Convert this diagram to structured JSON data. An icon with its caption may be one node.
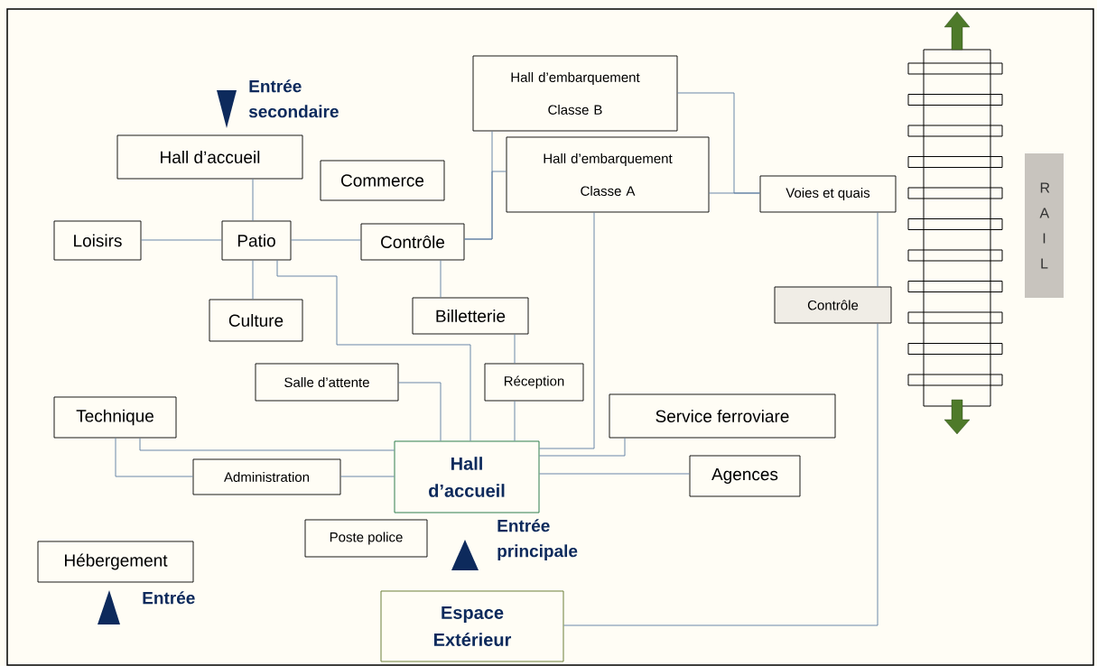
{
  "diagram": {
    "nodes": [
      {
        "text": [
          "Hall d’embarquement Classe B"
        ]
      },
      {
        "text": [
          "Hall d’accueil"
        ],
        "beside": [
          "Entrée secondaire"
        ]
      },
      {
        "text": [
          "Commerce"
        ]
      },
      {
        "text": [
          "Hall d’embarquement Classe A"
        ]
      },
      {
        "text": [
          "Voies et quais"
        ]
      },
      {
        "text": [
          "Loisirs"
        ]
      },
      {
        "text": [
          "Patio"
        ]
      },
      {
        "text": [
          "Contrôle"
        ]
      },
      {
        "text": [
          "Culture"
        ]
      },
      {
        "text": [
          "Billetterie"
        ]
      },
      {
        "text": [
          "Contrôle"
        ]
      },
      {
        "text": [
          "Salle d’attente"
        ]
      },
      {
        "text": [
          "Réception"
        ]
      },
      {
        "text": [
          "Technique"
        ]
      },
      {
        "text": [
          "Service ferroviare"
        ]
      },
      {
        "text": [
          "Administration"
        ]
      },
      {
        "text": [
          "Hall d’accueil"
        ],
        "beside": [
          "Entrée principale"
        ]
      },
      {
        "text": [
          "Agences"
        ]
      },
      {
        "text": [
          "Poste police"
        ]
      },
      {
        "text": [
          "Hébergement"
        ],
        "beside": [
          "Entrée"
        ]
      },
      {
        "text": [
          "Espace Extérieur"
        ]
      },
      {
        "text": [
          "R A I L"
        ]
      }
    ],
    "edges": [
      {
        "from": 1,
        "to": 6,
        "arrow": "none"
      },
      {
        "from": 5,
        "to": 6,
        "arrow": "none"
      },
      {
        "from": 6,
        "to": 7,
        "arrow": "none"
      },
      {
        "from": 6,
        "to": 8,
        "arrow": "none"
      },
      {
        "from": 6,
        "to": 16,
        "arrow": "none"
      },
      {
        "from": 7,
        "to": 0,
        "arrow": "none"
      },
      {
        "from": 7,
        "to": 3,
        "arrow": "none"
      },
      {
        "from": 7,
        "to": 9,
        "arrow": "none"
      },
      {
        "from": 9,
        "to": 12,
        "arrow": "none"
      },
      {
        "from": 12,
        "to": 16,
        "arrow": "none"
      },
      {
        "from": 11,
        "to": 16,
        "arrow": "none"
      },
      {
        "from": 3,
        "to": 16,
        "arrow": "none"
      },
      {
        "from": 3,
        "to": 4,
        "arrow": "none"
      },
      {
        "from": 0,
        "to": 4,
        "arrow": "none"
      },
      {
        "from": 4,
        "to": 10,
        "arrow": "none"
      },
      {
        "from": 10,
        "to": 20,
        "arrow": "none"
      },
      {
        "from": 13,
        "to": 16,
        "arrow": "none"
      },
      {
        "from": 13,
        "to": 15,
        "arrow": "none"
      },
      {
        "from": 15,
        "to": 16,
        "arrow": "none"
      },
      {
        "from": 14,
        "to": 16,
        "arrow": "none"
      },
      {
        "from": 17,
        "to": 16,
        "arrow": "none"
      }
    ]
  }
}
